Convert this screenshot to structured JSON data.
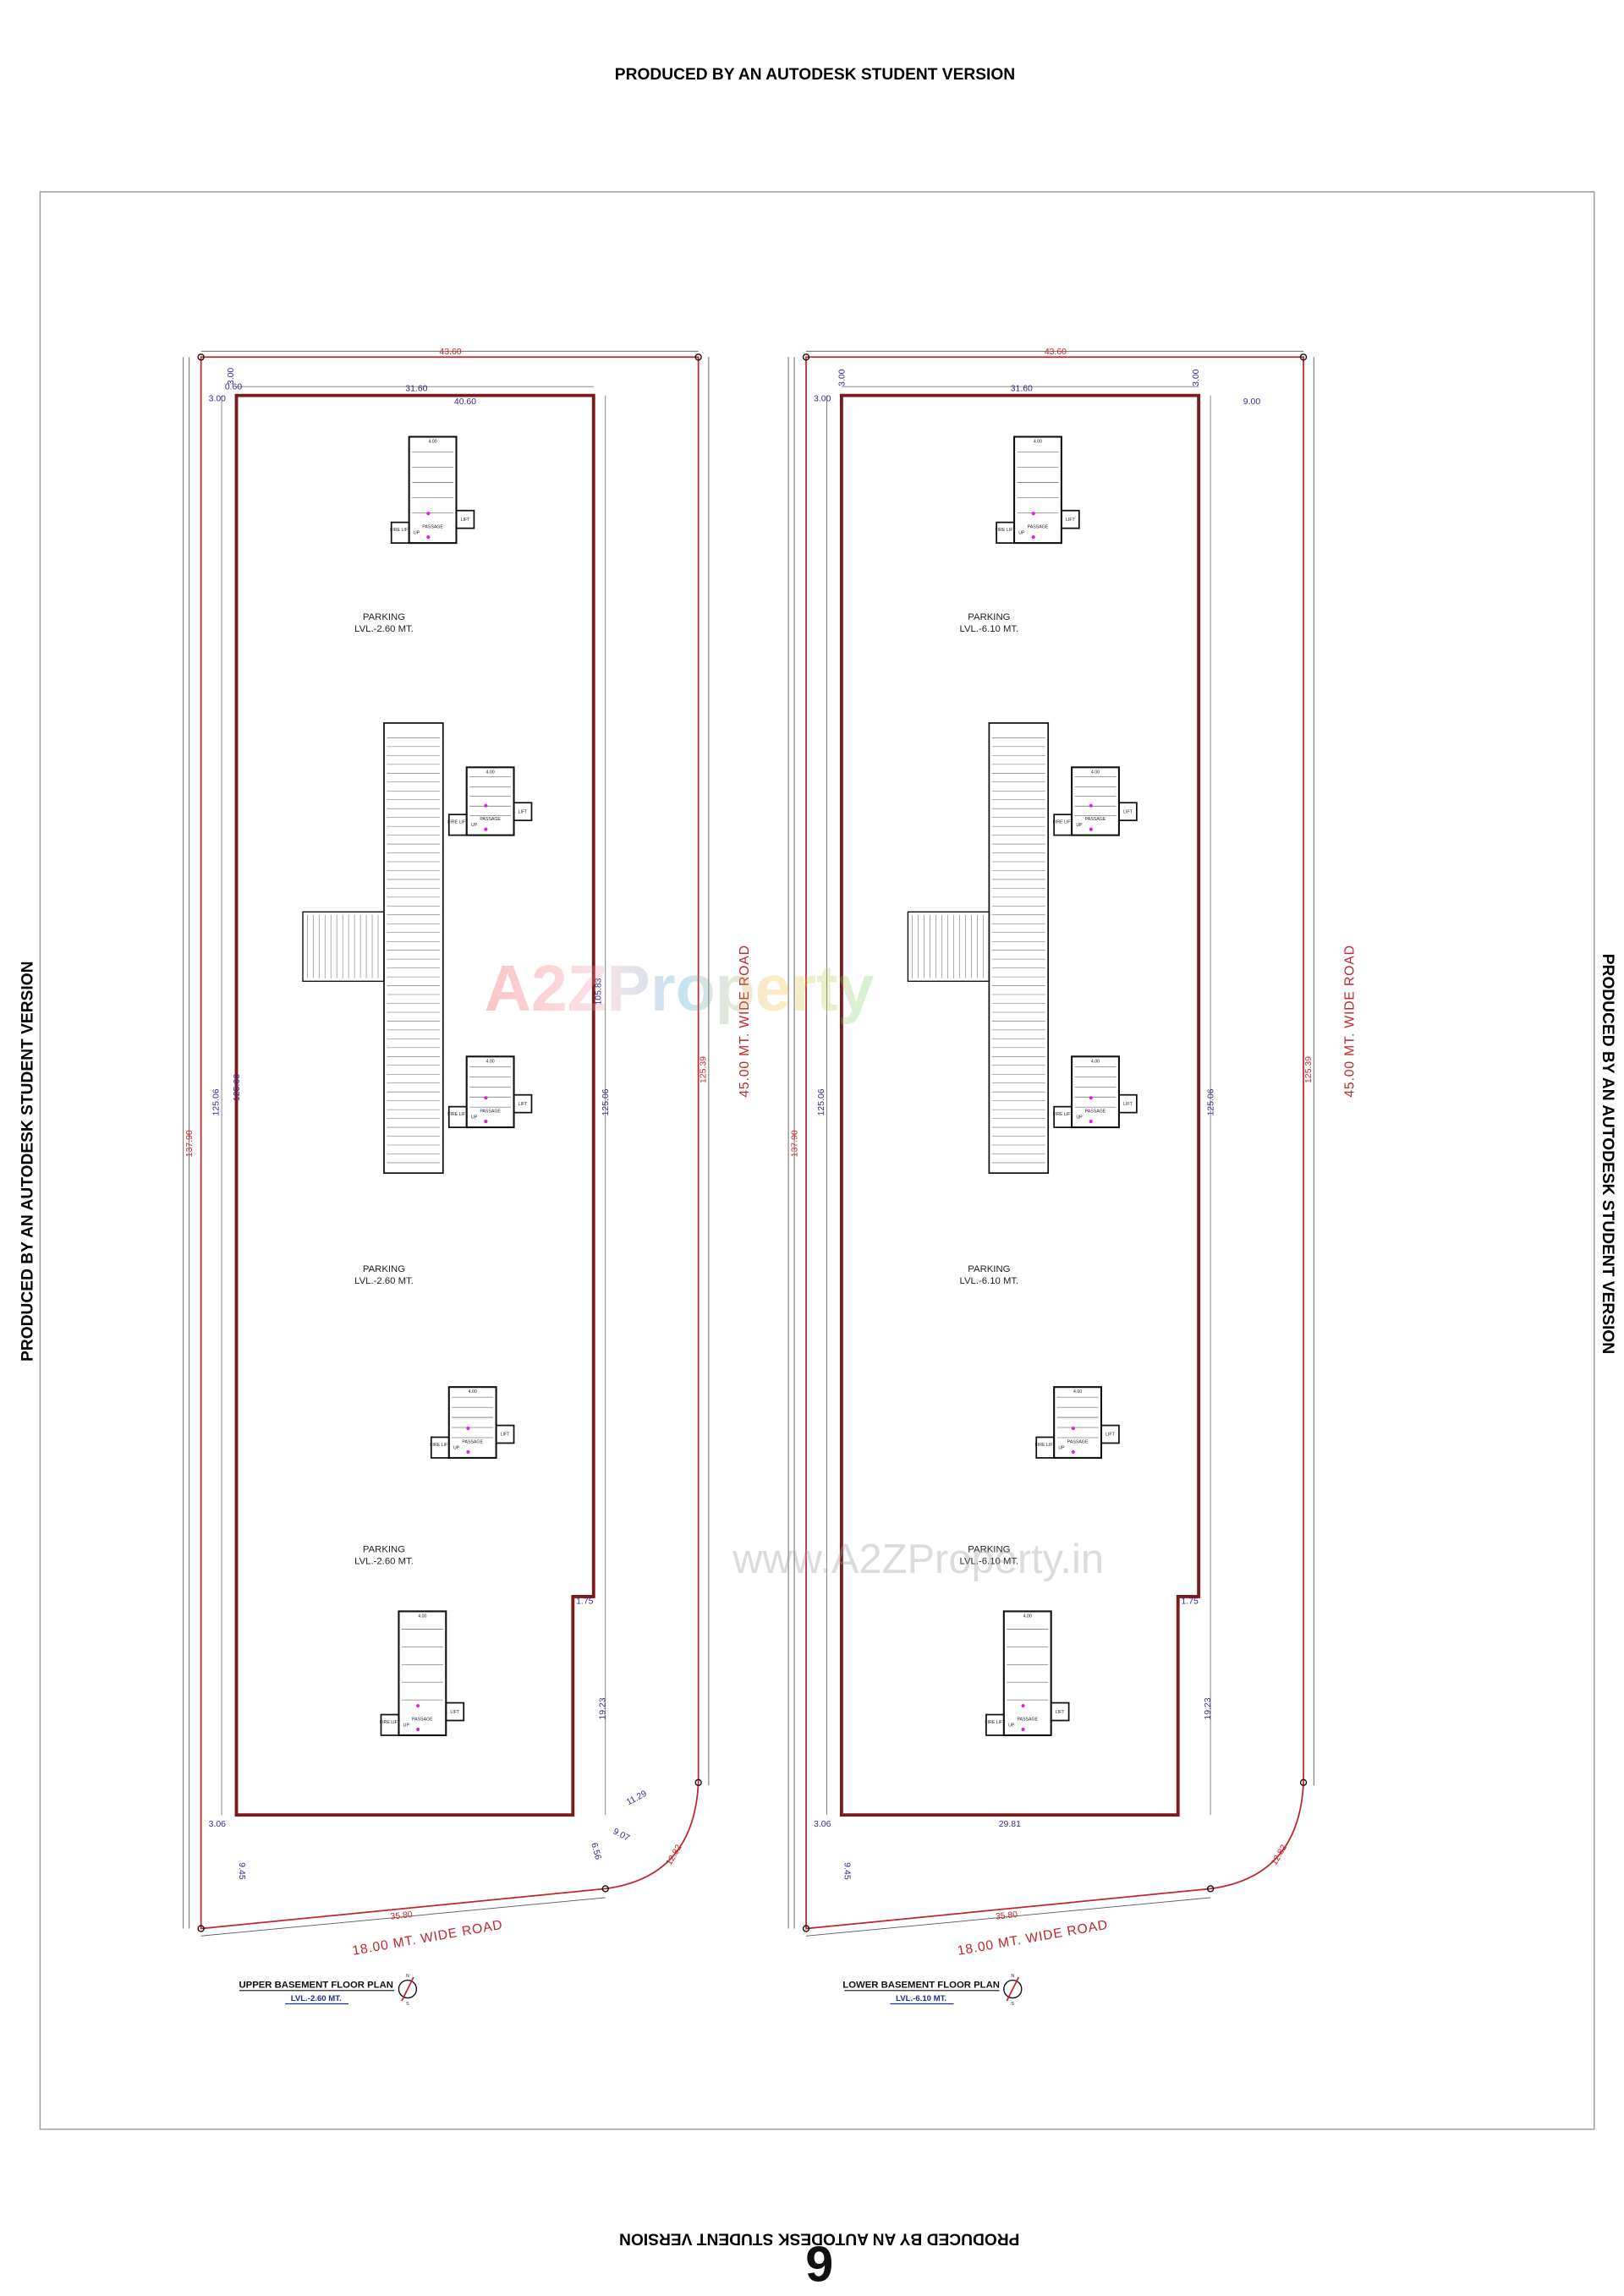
{
  "stamps": {
    "top": "PRODUCED BY AN AUTODESK STUDENT VERSION",
    "left": "PRODUCED BY AN AUTODESK STUDENT VERSION",
    "right": "PRODUCED BY AN AUTODESK STUDENT VERSION",
    "bottom": "PRODUCED BY AN AUTODESK STUDENT VERSION"
  },
  "page_number": "9",
  "watermark": {
    "logo": "A2ZProperty",
    "url": "www.A2ZProperty.in"
  },
  "colors": {
    "plot_line": "#c0262d",
    "building_outline": "#7a1a1a",
    "dimension_text": "#3a2a8a",
    "marker": "#e020e0"
  },
  "plans": [
    {
      "title": "UPPER BASEMENT FLOOR PLAN",
      "level": "LVL.-2.60 MT.",
      "parking_labels": [
        {
          "name": "PARKING",
          "level": "LVL.-2.60 MT."
        },
        {
          "name": "PARKING",
          "level": "LVL.-2.60 MT."
        },
        {
          "name": "PARKING",
          "level": "LVL.-2.60 MT."
        }
      ],
      "roads": {
        "side": "45.00 MT. WIDE ROAD",
        "front": "18.00 MT. WIDE ROAD"
      },
      "dims": {
        "top_total": "43.60",
        "inner_width": "31.60",
        "setback_width": "40.60",
        "top_setback": "3.00",
        "small_offset": "0.60",
        "left_setback": "3.00",
        "overall_depth": "137.90",
        "building_depth_left": "125.06",
        "building_depth_inner": "125.06",
        "building_depth_right": "125.06",
        "right_plot": "125.39",
        "right_mid": "105.83",
        "notch": "1.75",
        "notch_depth": "19.23",
        "diag1": "11.29",
        "diag2": "9.07",
        "diag3": "6.56",
        "left_bottom": "9.45",
        "bottom_setback": "3.06",
        "front": "35.80",
        "arc": "12.82"
      }
    },
    {
      "title": "LOWER BASEMENT FLOOR PLAN",
      "level": "LVL.-6.10 MT.",
      "parking_labels": [
        {
          "name": "PARKING",
          "level": "LVL.-6.10 MT."
        },
        {
          "name": "PARKING",
          "level": "LVL.-6.10 MT."
        },
        {
          "name": "PARKING",
          "level": "LVL.-6.10 MT."
        }
      ],
      "roads": {
        "side": "45.00 MT. WIDE ROAD",
        "front": "18.00 MT. WIDE ROAD"
      },
      "dims": {
        "top_total": "43.60",
        "inner_width": "31.60",
        "right_setback": "9.00",
        "top_setback": "3.00",
        "top_setback_right": "3.00",
        "left_setback": "3.00",
        "overall_depth": "137.90",
        "building_depth_left": "125.06",
        "building_depth_right": "125.06",
        "right_plot": "125.39",
        "notch": "1.75",
        "notch_depth": "19.23",
        "bottom_width": "29.81",
        "left_bottom": "9.45",
        "bottom_setback": "3.06",
        "front": "35.80",
        "arc": "12.82"
      }
    }
  ],
  "core_labels": {
    "up": "UP",
    "lift": "LIFT",
    "fire_lift": "FIRE LIFT",
    "passage": "PASSAGE",
    "stair_dim": "4.00"
  },
  "compass": {
    "north": "N",
    "south": "S"
  }
}
